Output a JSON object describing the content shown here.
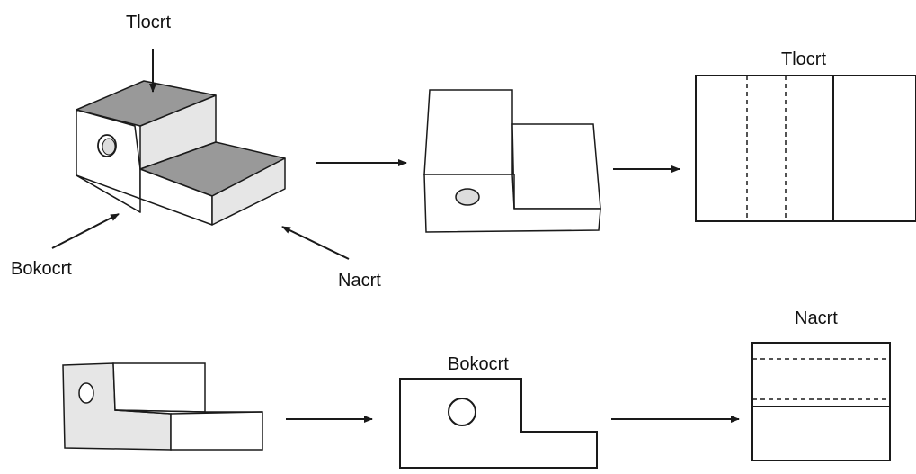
{
  "labels": {
    "iso_top": "Tlocrt",
    "iso_side": "Bokocrt",
    "iso_front": "Nacrt",
    "view_top": "Tlocrt",
    "view_front": "Nacrt",
    "view_side": "Bokocrt"
  },
  "colors": {
    "stroke": "#1a1a1a",
    "shaded_face": "#999999",
    "light_face": "#e6e6e6",
    "white_face": "#ffffff"
  }
}
